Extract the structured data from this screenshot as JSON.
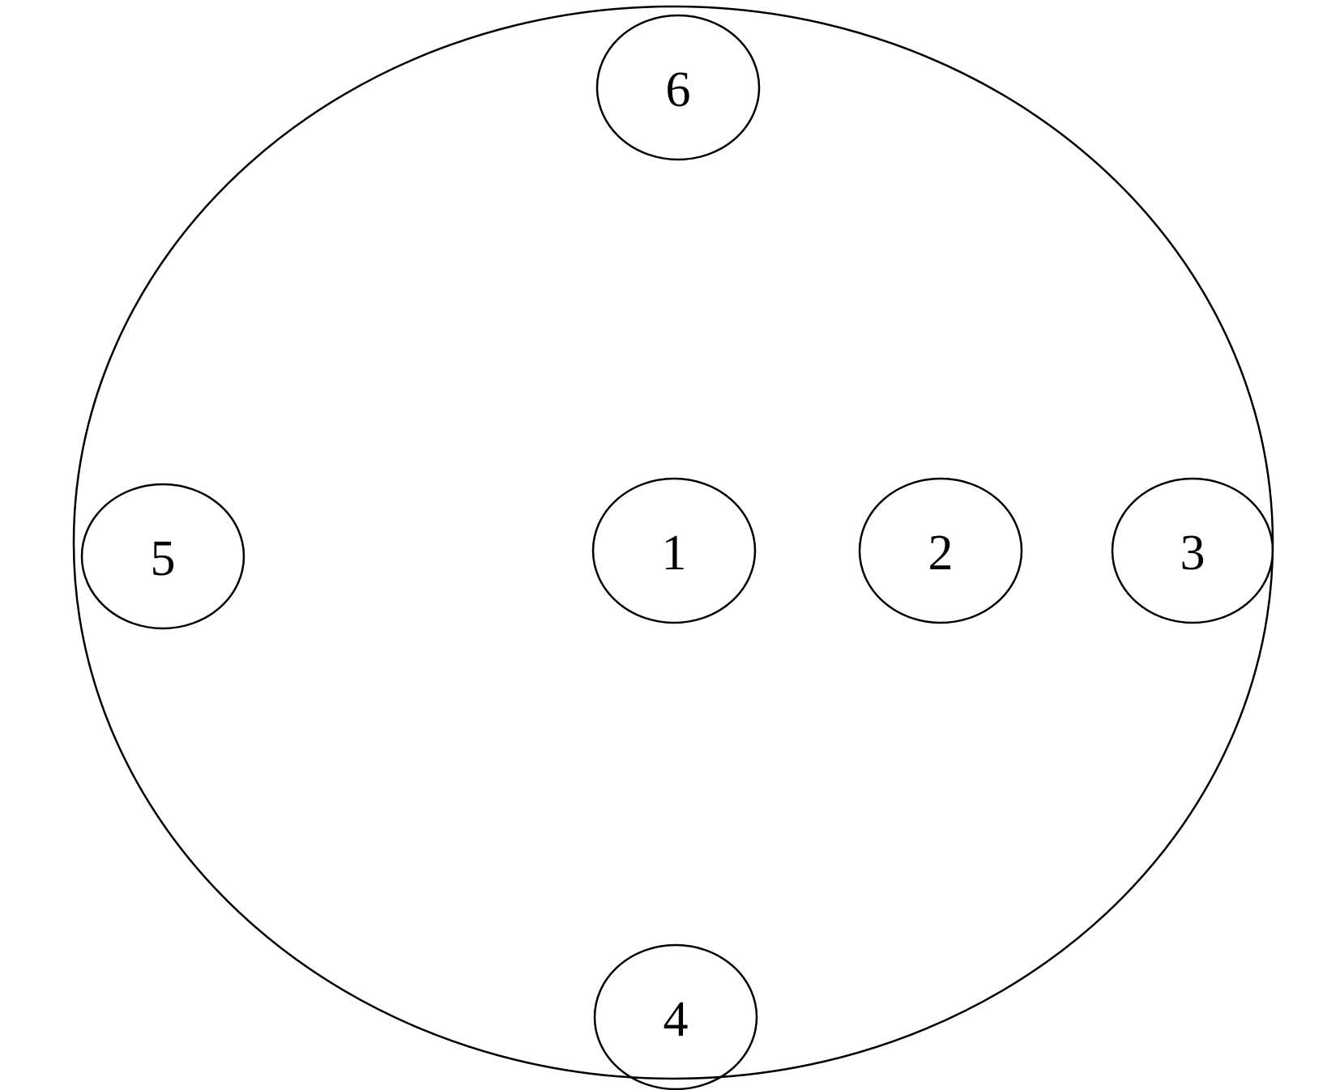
{
  "diagram": {
    "nodes": [
      {
        "id": "node-1",
        "label": "1"
      },
      {
        "id": "node-2",
        "label": "2"
      },
      {
        "id": "node-3",
        "label": "3"
      },
      {
        "id": "node-4",
        "label": "4"
      },
      {
        "id": "node-5",
        "label": "5"
      },
      {
        "id": "node-6",
        "label": "6"
      }
    ],
    "colors": {
      "stroke": "#000000",
      "background": "#ffffff",
      "text": "#000000"
    }
  }
}
